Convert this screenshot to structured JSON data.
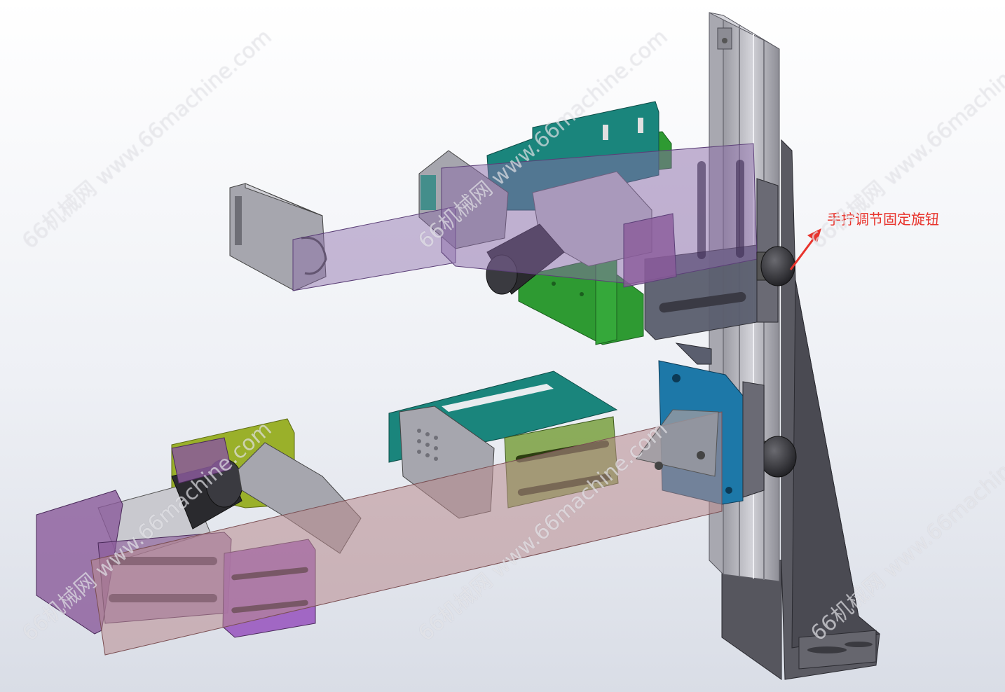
{
  "annotation": {
    "label": "手拧调节固定旋钮",
    "color": "#e8332c"
  },
  "watermark": {
    "text": "66机械网 www.66machine.com"
  },
  "colors": {
    "background": "#e9ecf2",
    "teal": "#1a857c",
    "green": "#2e9a32",
    "purple_translucent": "#8a6aa8",
    "pink_translucent": "#b88b8e",
    "blue_block": "#1d78a8",
    "olive": "#9ab02a",
    "dark_gray": "#4a4a52",
    "aluminium": "#bdbdc4"
  },
  "icons": [
    "toolbar-view-icons",
    "knob-icon",
    "arrow-icon"
  ]
}
